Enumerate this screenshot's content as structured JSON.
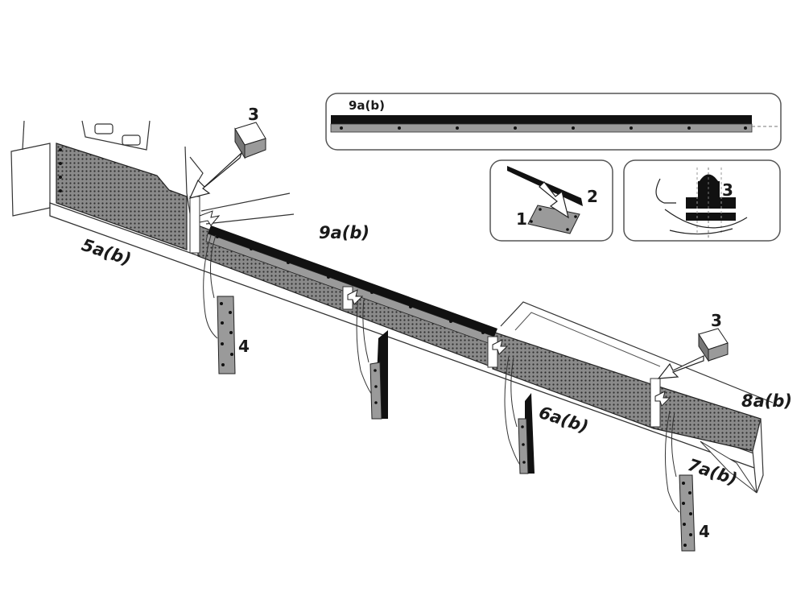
{
  "labels": {
    "part_9_top": "9a(b)",
    "part_9_main": "9a(b)",
    "part_5": "5a(b)",
    "part_6": "6a(b)",
    "part_7": "7a(b)",
    "part_8": "8a(b)",
    "part_3_left": "3",
    "part_3_right": "3",
    "part_3_detail": "3",
    "part_4_left": "4",
    "part_4_right": "4",
    "part_1_detail": "1",
    "part_2_detail": "2"
  },
  "colors": {
    "ink": "#1a1a1a",
    "mesh": "#6f6f6f",
    "plate": "#9a9a9a",
    "arrow_fill": "#8c8c8c",
    "panel_border": "#555555"
  }
}
